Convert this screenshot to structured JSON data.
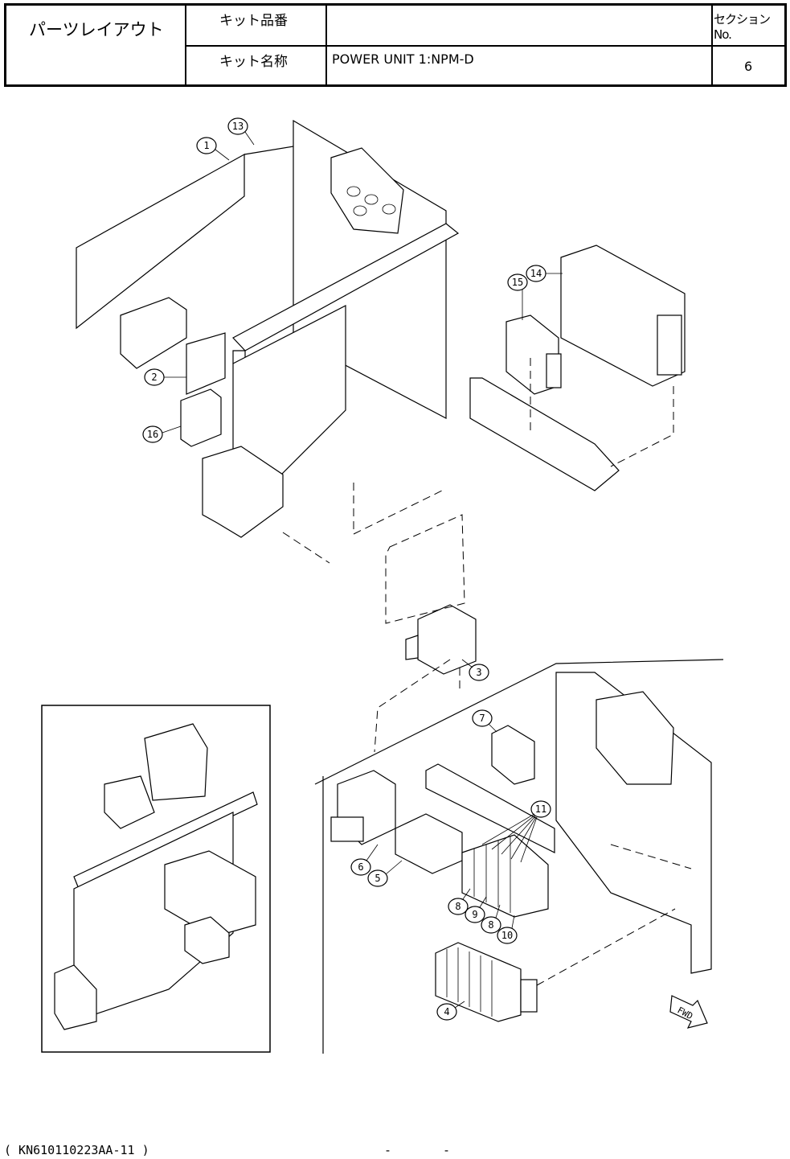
{
  "header": {
    "layout_title": "パーツレイアウト",
    "kit_number_label": "キット品番",
    "kit_number_value": "",
    "kit_name_label": "キット名称",
    "kit_name_value": "POWER UNIT 1:NPM-D",
    "section_label": "セクションNo.",
    "section_value": "6"
  },
  "callouts": [
    "1",
    "13",
    "2",
    "16",
    "15",
    "14",
    "3",
    "7",
    "11",
    "6",
    "5",
    "8",
    "9",
    "8",
    "10",
    "4"
  ],
  "fwd_label": "FWD",
  "footer": {
    "doc_code": "( KN610110223AA-11 )",
    "page_dash_left": "-",
    "page_dash_right": "-"
  }
}
